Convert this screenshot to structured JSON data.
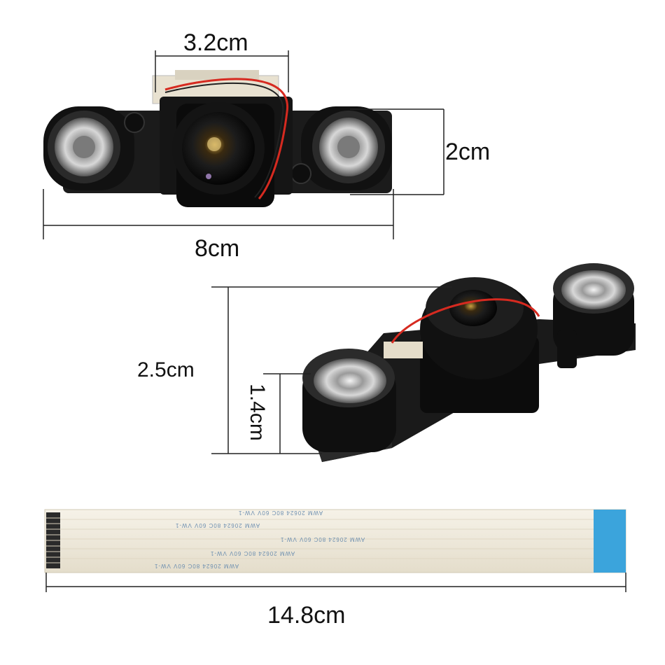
{
  "dimensions": {
    "top_width": "3.2cm",
    "top_height": "2cm",
    "full_width": "8cm",
    "side_height": "2.5cm",
    "board_thickness": "1.4cm",
    "cable_length": "14.8cm"
  },
  "cable": {
    "print_a": "AWM 20624 80C 60V VW-1",
    "print_b": "AWM 20624 80C 60V VW-1"
  },
  "colors": {
    "pcb": "#1a1a1a",
    "lens_body": "#0d0d0d",
    "ir_led": "#c8c8c8",
    "ribbon": "#ece6d6",
    "ribbon_contacts": "#3ba4dc",
    "wire_red": "#d62a20"
  }
}
